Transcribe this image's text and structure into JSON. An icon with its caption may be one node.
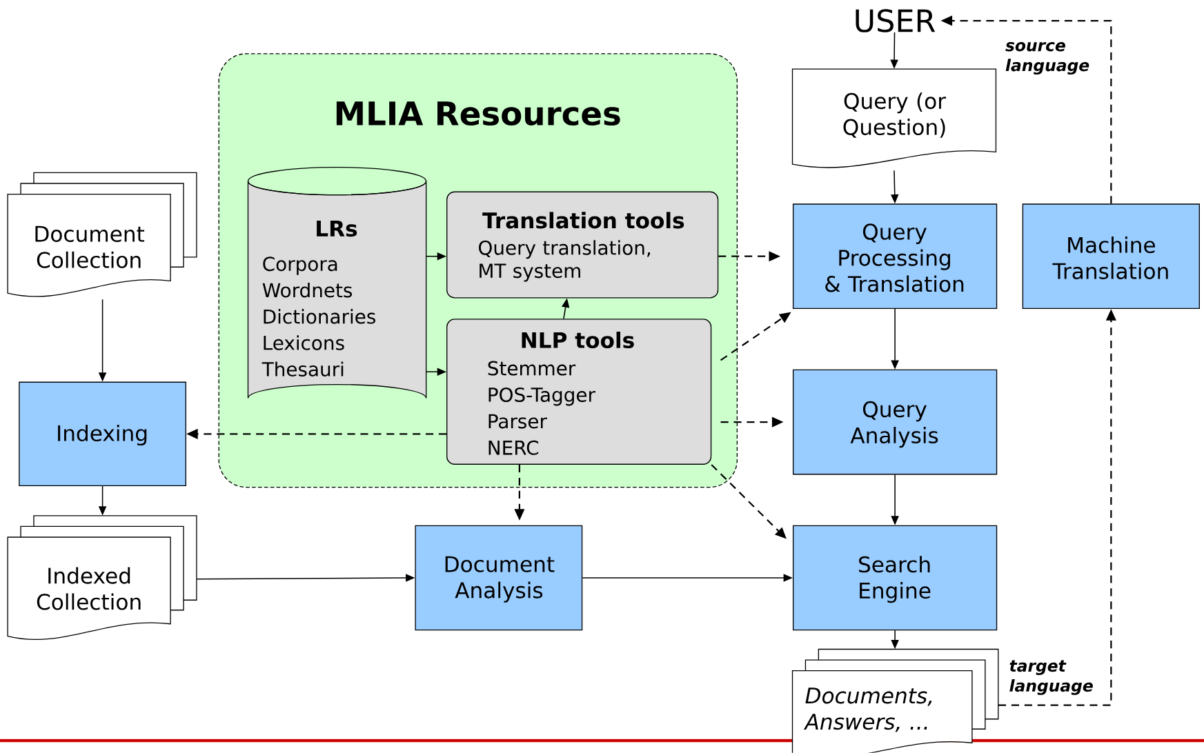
{
  "diagram": {
    "nodes": [
      {
        "text": [
          "USER"
        ]
      },
      {
        "text": [
          "Query (or Question)"
        ]
      },
      {
        "text": [
          "MLIA Resources"
        ]
      },
      {
        "text": [
          "LRs",
          "Corpora",
          "Wordnets",
          "Dictionaries",
          "Lexicons",
          "Thesauri"
        ],
        "in": 2
      },
      {
        "text": [
          "Translation tools",
          "Query translation, MT system"
        ],
        "in": 2
      },
      {
        "text": [
          "NLP tools",
          "Stemmer",
          "POS-Tagger",
          "Parser",
          "NERC"
        ],
        "in": 2
      },
      {
        "text": [
          "Document Collection"
        ]
      },
      {
        "text": [
          "Indexing"
        ]
      },
      {
        "text": [
          "Indexed Collection"
        ]
      },
      {
        "text": [
          "Document Analysis"
        ]
      },
      {
        "text": [
          "Query Processing & Translation"
        ]
      },
      {
        "text": [
          "Machine Translation"
        ]
      },
      {
        "text": [
          "Query Analysis"
        ]
      },
      {
        "text": [
          "Search Engine"
        ]
      },
      {
        "text": [
          "Documents, Answers, ..."
        ]
      }
    ],
    "edges": [
      {
        "from": 0,
        "to": 1,
        "arrow": "to"
      },
      {
        "from": 1,
        "to": 10,
        "arrow": "to"
      },
      {
        "from": 6,
        "to": 7,
        "arrow": "to"
      },
      {
        "from": 7,
        "to": 8,
        "arrow": "to"
      },
      {
        "from": 8,
        "to": 9,
        "arrow": "to"
      },
      {
        "from": 9,
        "to": 13,
        "arrow": "to"
      },
      {
        "from": 10,
        "to": 12,
        "arrow": "to"
      },
      {
        "from": 12,
        "to": 13,
        "arrow": "to"
      },
      {
        "from": 13,
        "to": 14,
        "arrow": "to"
      },
      {
        "from": 3,
        "to": 4,
        "arrow": "to"
      },
      {
        "from": 3,
        "to": 5,
        "arrow": "to"
      },
      {
        "from": 5,
        "to": 4,
        "arrow": "to"
      },
      {
        "from": 4,
        "to": 10,
        "arrow": "to",
        "style": "dashed"
      },
      {
        "from": 5,
        "to": 10,
        "arrow": "to",
        "style": "dashed"
      },
      {
        "from": 5,
        "to": 12,
        "arrow": "to",
        "style": "dashed"
      },
      {
        "from": 5,
        "to": 13,
        "arrow": "to",
        "style": "dashed"
      },
      {
        "from": 5,
        "to": 7,
        "arrow": "to",
        "style": "dashed"
      },
      {
        "from": 5,
        "to": 9,
        "arrow": "to",
        "style": "dashed"
      },
      {
        "from": 14,
        "to": 11,
        "arrow": "to",
        "style": "dashed",
        "label": "target language"
      },
      {
        "from": 11,
        "to": 0,
        "arrow": "to",
        "style": "dashed",
        "label": "source language"
      }
    ]
  }
}
